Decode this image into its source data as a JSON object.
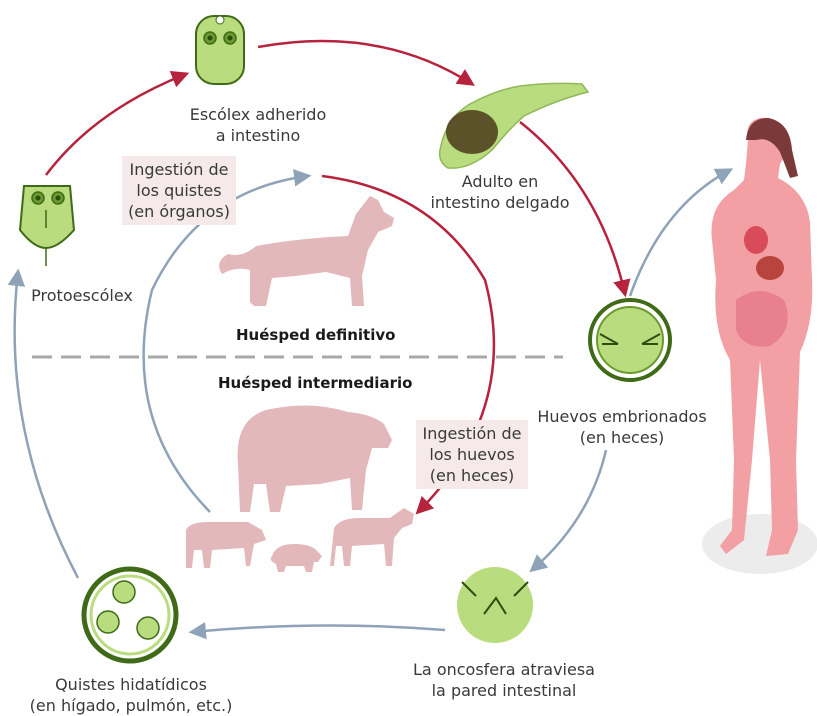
{
  "stages": {
    "scolex_attached": "Escólex adherido\na intestino",
    "adult": "Adulto en\nintestino delgado",
    "eggs": "Huevos embrionados\n(en heces)",
    "oncosphere": "La oncosfera atraviesa\nla pared intestinal",
    "cysts": "Quistes hidatídicos\n(en hígado, pulmón, etc.)",
    "protoscolex": "Protoescólex"
  },
  "ingestion": {
    "cysts": "Ingestión de\nlos quistes\n(en órganos)",
    "eggs": "Ingestión de\nlos huevos\n(en heces)"
  },
  "hosts": {
    "definitive": "Huésped definitivo",
    "intermediate": "Huésped intermediario"
  },
  "colors": {
    "red_arrow": "#b5243c",
    "blue_arrow": "#8ea3b8",
    "silhouette": "#e2b8bb",
    "organism_green": "#b9dc7e",
    "organism_dark": "#3f6a17",
    "body_skin": "#f2a0a4"
  }
}
